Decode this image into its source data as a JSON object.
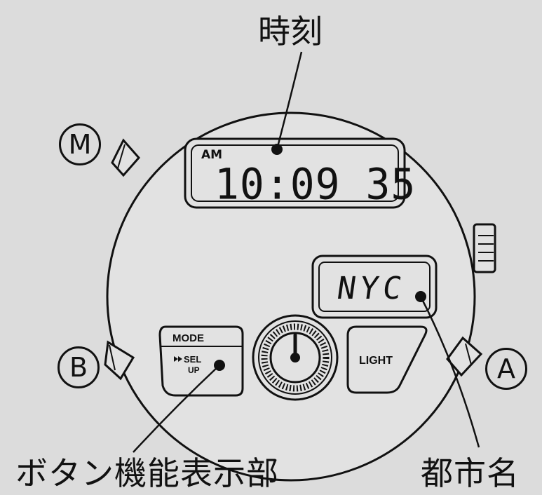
{
  "labels": {
    "time": "時刻",
    "button_function_display": "ボタン機能表示部",
    "city_name": "都市名"
  },
  "buttons": {
    "m": "M",
    "b": "B",
    "a": "A"
  },
  "display": {
    "am": "AM",
    "time": "10:09 35",
    "city": "NYC"
  },
  "panel": {
    "mode": "MODE",
    "sel": "SEL",
    "up": "UP",
    "light": "LIGHT"
  }
}
